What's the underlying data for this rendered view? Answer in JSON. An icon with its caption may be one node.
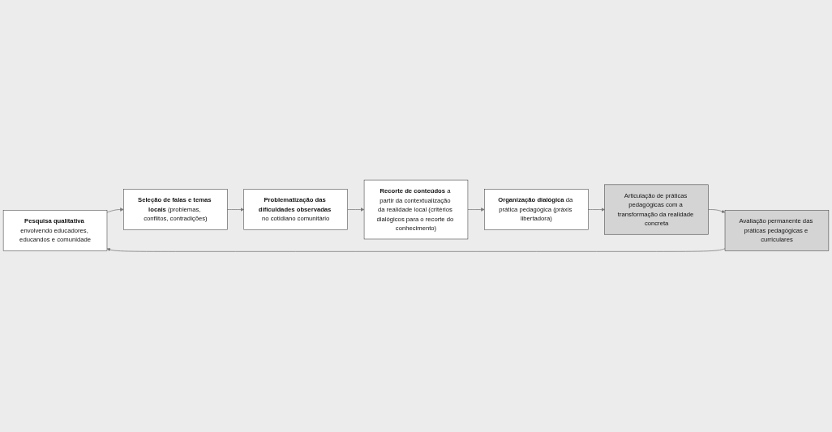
{
  "diagram": {
    "nodes": [
      {
        "text": [
          "**Pesquisa qualitativa** envolvendo educadores, educandos e comunidade"
        ]
      },
      {
        "text": [
          "**Seleção de falas e temas locais** (problemas, conflitos, contradições)"
        ]
      },
      {
        "text": [
          "**Problematização das dificuldades observadas** no cotidiano comunitário"
        ]
      },
      {
        "text": [
          "**Recorte de conteúdos** a partir da contextualização da realidade local (critérios dialógicos para o recorte do conhecimento)"
        ]
      },
      {
        "text": [
          "**Organização dialógica** da prática pedagógica (práxis libertadora)"
        ]
      },
      {
        "text": [
          "Articulação de práticas pedagógicas com a transformação da realidade concreta"
        ]
      },
      {
        "text": [
          "Avaliação permanente das práticas pedagógicas e curriculares"
        ]
      }
    ],
    "edges": [
      {
        "from": 0,
        "to": 1,
        "arrow": "to"
      },
      {
        "from": 1,
        "to": 2,
        "arrow": "to"
      },
      {
        "from": 2,
        "to": 3,
        "arrow": "to"
      },
      {
        "from": 3,
        "to": 4,
        "arrow": "to"
      },
      {
        "from": 4,
        "to": 5,
        "arrow": "to"
      },
      {
        "from": 5,
        "to": 6,
        "arrow": "to"
      },
      {
        "from": 6,
        "to": 0,
        "arrow": "to"
      }
    ]
  }
}
